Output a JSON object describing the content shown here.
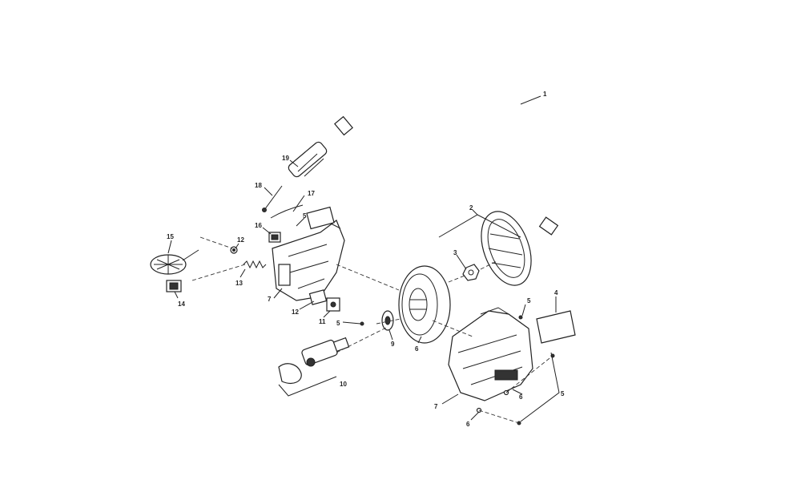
{
  "callouts": {
    "c1": "1",
    "c2": "2",
    "c3": "3",
    "c4": "4",
    "c5a": "5",
    "c5b": "5",
    "c5c": "5",
    "c5d": "5",
    "c6a": "6",
    "c6b": "6",
    "c6c": "6",
    "c7a": "7",
    "c7b": "7",
    "c9": "9",
    "c10": "10",
    "c11": "11",
    "c12a": "12",
    "c12b": "12",
    "c13": "13",
    "c14": "14",
    "c15": "15",
    "c16": "16",
    "c17": "17",
    "c18": "18",
    "c19": "19"
  }
}
